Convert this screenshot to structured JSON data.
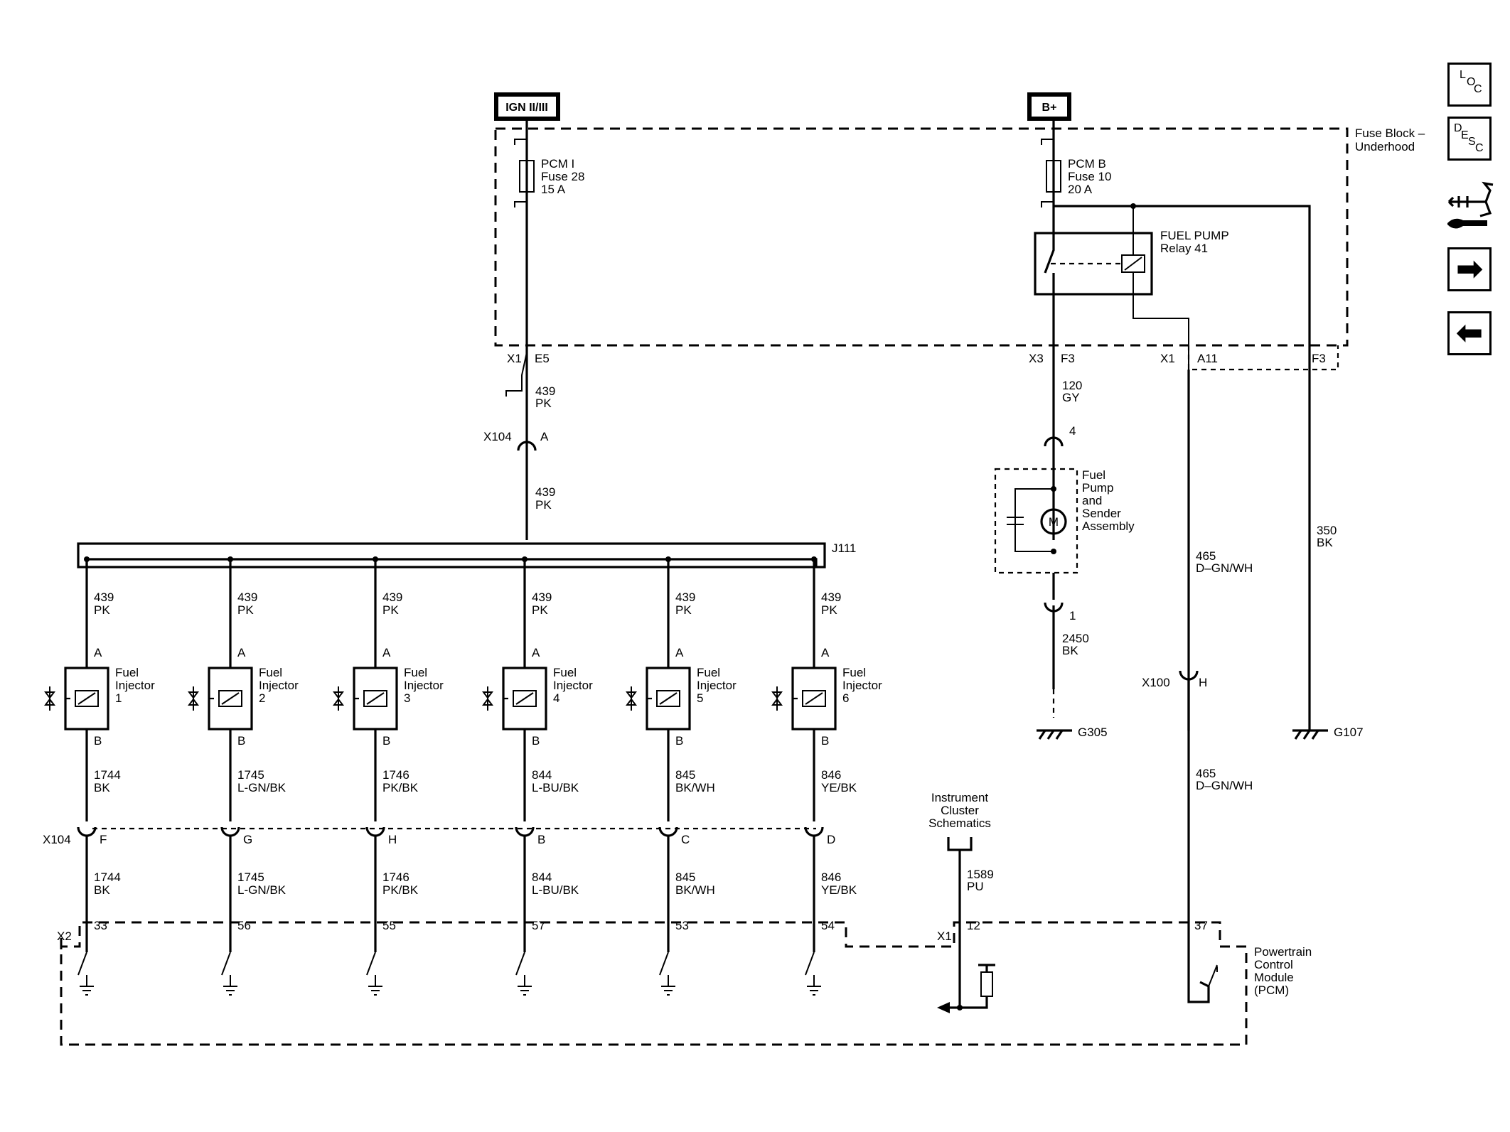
{
  "nav": {
    "loc": {
      "l1": "L",
      "l2": "O",
      "l3": "C"
    },
    "desc": {
      "l1": "D",
      "l2": "E",
      "l3": "S",
      "l4": "C"
    },
    "next_arrow": "➡",
    "prev_arrow": "⬅"
  },
  "sources": {
    "ign": "IGN II/III",
    "batt": "B+"
  },
  "fuse_block": {
    "title1": "Fuse Block –",
    "title2": "Underhood"
  },
  "fuse_pcm_i": {
    "l1": "PCM I",
    "l2": "Fuse 28",
    "l3": "15 A"
  },
  "fuse_pcm_b": {
    "l1": "PCM B",
    "l2": "Fuse 10",
    "l3": "20 A"
  },
  "relay": {
    "l1": "FUEL PUMP",
    "l2": "Relay 41"
  },
  "fb_pins": {
    "x1a": "X1",
    "e5": "E5",
    "x3": "X3",
    "f3a": "F3",
    "x1b": "X1",
    "a11": "A11",
    "f3b": "F3"
  },
  "wires": {
    "w439a": {
      "n": "439",
      "c": "PK"
    },
    "w439b": {
      "n": "439",
      "c": "PK"
    },
    "w120": {
      "n": "120",
      "c": "GY"
    },
    "w2450": {
      "n": "2450",
      "c": "BK"
    },
    "w465a": {
      "n": "465",
      "c": "D–GN/WH"
    },
    "w465b": {
      "n": "465",
      "c": "D–GN/WH"
    },
    "w350": {
      "n": "350",
      "c": "BK"
    },
    "w1589": {
      "n": "1589",
      "c": "PU"
    }
  },
  "x104_top": {
    "name": "X104",
    "pin": "A"
  },
  "splice": "J111",
  "pump": {
    "pin_top": "4",
    "pin_bot": "1",
    "motor": "M",
    "l1": "Fuel",
    "l2": "Pump",
    "l3": "and",
    "l4": "Sender",
    "l5": "Assembly"
  },
  "grounds": {
    "g305": "G305",
    "g107": "G107"
  },
  "x100": {
    "name": "X100",
    "pin": "H"
  },
  "cluster": {
    "l1": "Instrument",
    "l2": "Cluster",
    "l3": "Schematics"
  },
  "injectors": [
    {
      "feed_n": "439",
      "feed_c": "PK",
      "pin_a": "A",
      "pin_b": "B",
      "l1": "Fuel",
      "l2": "Injector",
      "l3": "1",
      "ctrl_n": "1744",
      "ctrl_c": "BK",
      "x104_pin": "F",
      "pcm_pin": "33"
    },
    {
      "feed_n": "439",
      "feed_c": "PK",
      "pin_a": "A",
      "pin_b": "B",
      "l1": "Fuel",
      "l2": "Injector",
      "l3": "2",
      "ctrl_n": "1745",
      "ctrl_c": "L-GN/BK",
      "x104_pin": "G",
      "pcm_pin": "56"
    },
    {
      "feed_n": "439",
      "feed_c": "PK",
      "pin_a": "A",
      "pin_b": "B",
      "l1": "Fuel",
      "l2": "Injector",
      "l3": "3",
      "ctrl_n": "1746",
      "ctrl_c": "PK/BK",
      "x104_pin": "H",
      "pcm_pin": "55"
    },
    {
      "feed_n": "439",
      "feed_c": "PK",
      "pin_a": "A",
      "pin_b": "B",
      "l1": "Fuel",
      "l2": "Injector",
      "l3": "4",
      "ctrl_n": "844",
      "ctrl_c": "L-BU/BK",
      "x104_pin": "B",
      "pcm_pin": "57"
    },
    {
      "feed_n": "439",
      "feed_c": "PK",
      "pin_a": "A",
      "pin_b": "B",
      "l1": "Fuel",
      "l2": "Injector",
      "l3": "5",
      "ctrl_n": "845",
      "ctrl_c": "BK/WH",
      "x104_pin": "C",
      "pcm_pin": "53"
    },
    {
      "feed_n": "439",
      "feed_c": "PK",
      "pin_a": "A",
      "pin_b": "B",
      "l1": "Fuel",
      "l2": "Injector",
      "l3": "6",
      "ctrl_n": "846",
      "ctrl_c": "YE/BK",
      "x104_pin": "D",
      "pcm_pin": "54"
    }
  ],
  "x104_bottom": "X104",
  "pcm": {
    "x2": "X2",
    "x1": "X1",
    "pin12": "12",
    "pin37": "37",
    "l1": "Powertrain",
    "l2": "Control",
    "l3": "Module",
    "l4": "(PCM)"
  }
}
